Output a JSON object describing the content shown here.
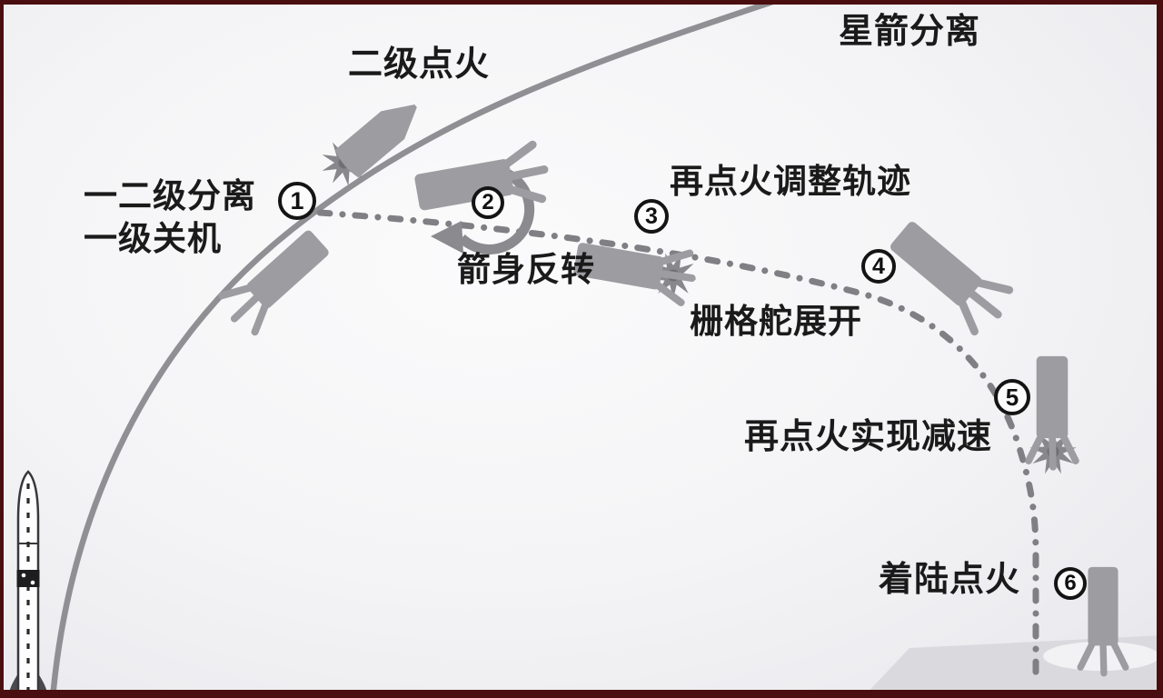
{
  "diagram": {
    "description_labels": {
      "second_stage_ignition": "二级点火",
      "satellite_rocket_separation": "星箭分离",
      "stage_sep_line1": "一二级分离",
      "stage_sep_line2": "一级关机",
      "body_flip": "箭身反转",
      "reignite_adjust_trajectory": "再点火调整轨迹",
      "grid_fins_deploy": "栅格舵展开",
      "reignite_decelerate": "再点火实现减速",
      "landing_ignition": "着陆点火"
    },
    "markers": [
      {
        "number": "1"
      },
      {
        "number": "2"
      },
      {
        "number": "3"
      },
      {
        "number": "4"
      },
      {
        "number": "5"
      },
      {
        "number": "6"
      }
    ],
    "colors": {
      "rocket_gray": "#9c9ca1",
      "trajectory_arc_gray": "#909094",
      "return_path_gray": "#7f7f84",
      "flame_gray": "#87878c",
      "text_black": "#1a1a1a",
      "landing_pad_gray": "#dadade",
      "frame_maroon": "#4a0e10",
      "background": "#f4f4f6"
    }
  }
}
